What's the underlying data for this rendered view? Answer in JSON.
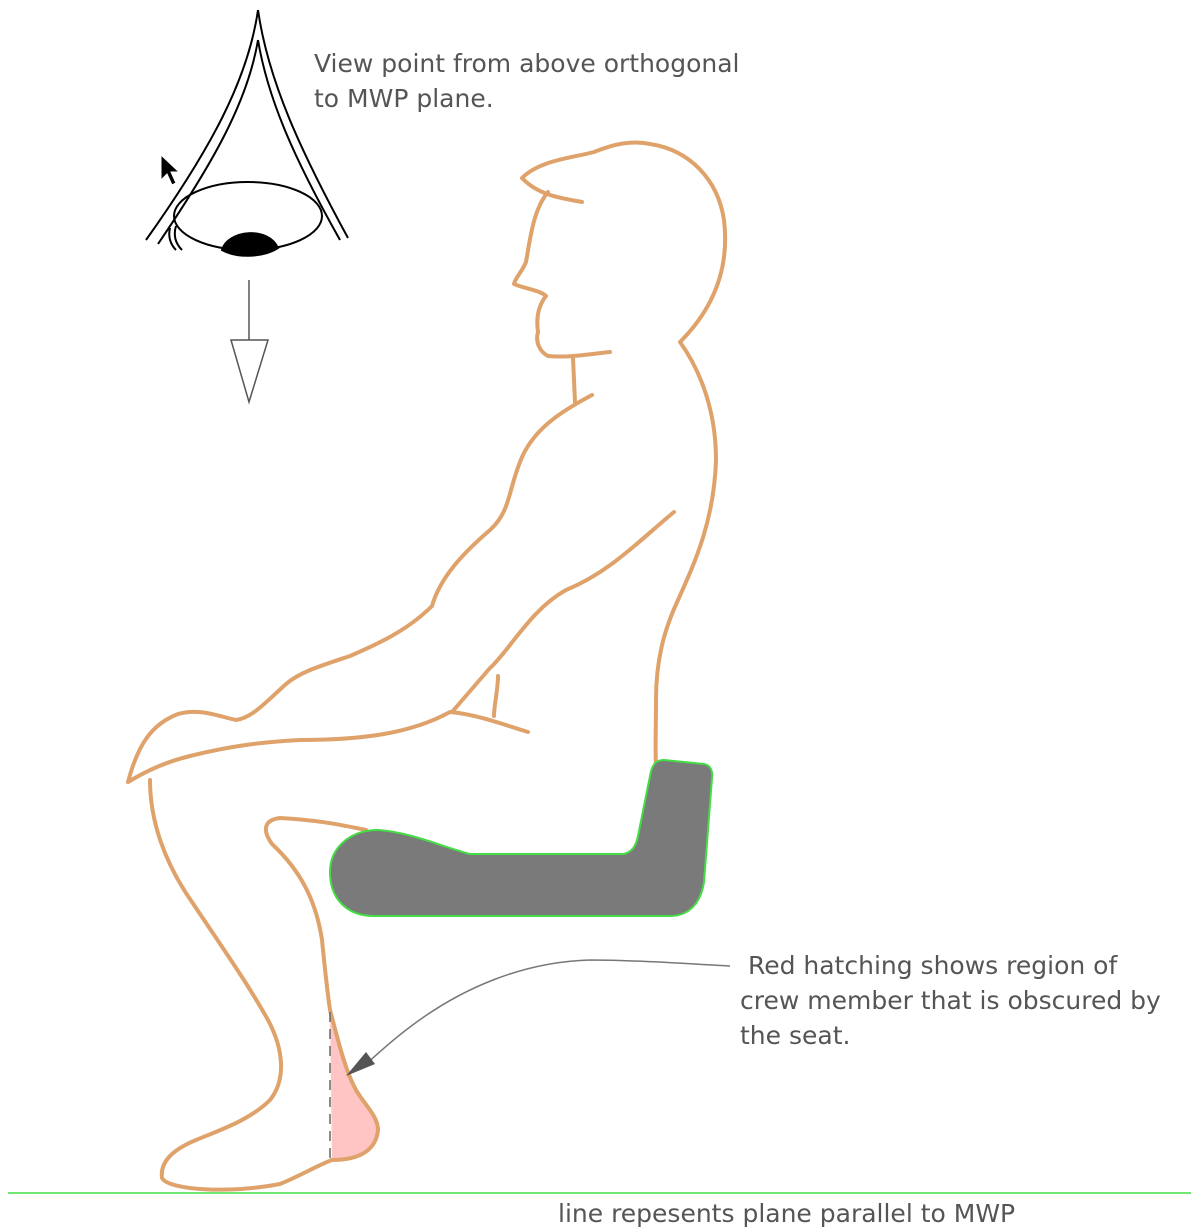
{
  "annotations": {
    "viewpoint": [
      "View point from above orthogonal",
      "to MWP plane."
    ],
    "hatching": [
      " Red hatching shows region of",
      "crew member that is obscured by",
      "the seat."
    ],
    "plane": "line repesents plane parallel to MWP"
  },
  "colors": {
    "body_outline": "#dea26a",
    "seat_fill": "#7a7a7a",
    "seat_outline": "#44dd44",
    "obscured_region": "#ffc4c4",
    "plane_line": "#44dd44",
    "leader_line": "#777777",
    "eye": "#000000"
  },
  "icons": {
    "eye": "eye-icon",
    "cursor": "mouse-pointer-icon",
    "arrow": "arrow-down-icon"
  }
}
